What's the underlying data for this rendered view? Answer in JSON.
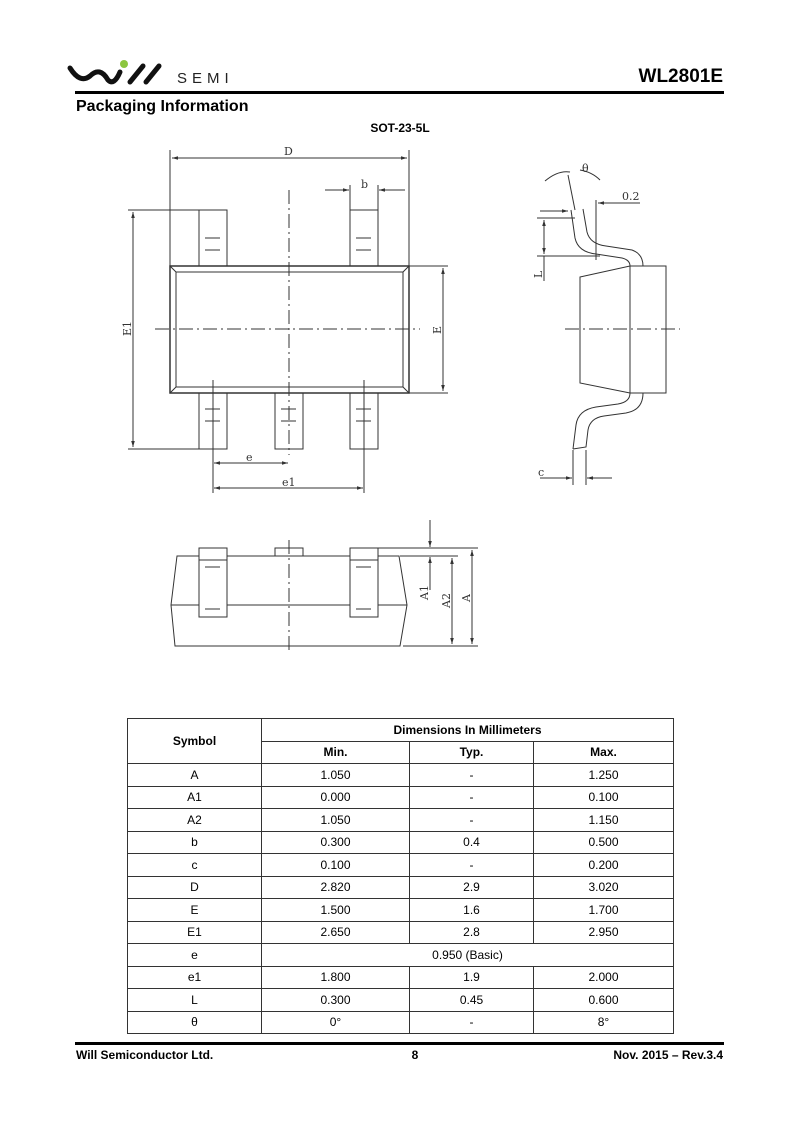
{
  "header": {
    "logo_text": "SEMI",
    "logo_brand": "Will SEMI",
    "part_number": "WL2801E",
    "logo_dot_color": "#8cc63f"
  },
  "section_title": "Packaging Information",
  "package_name": "SOT-23-5L",
  "drawing_labels": {
    "D": "D",
    "b": "b",
    "E1": "E1",
    "E": "E",
    "e": "e",
    "e1": "e1",
    "theta": "θ",
    "gauge": "0.2",
    "L": "L",
    "c": "c",
    "A1": "A1",
    "A2": "A2",
    "A": "A"
  },
  "table": {
    "symbol_header": "Symbol",
    "group_header": "Dimensions In Millimeters",
    "columns": [
      "Min.",
      "Typ.",
      "Max."
    ],
    "rows": [
      {
        "symbol": "A",
        "min": "1.050",
        "typ": "-",
        "max": "1.250"
      },
      {
        "symbol": "A1",
        "min": "0.000",
        "typ": "-",
        "max": "0.100"
      },
      {
        "symbol": "A2",
        "min": "1.050",
        "typ": "-",
        "max": "1.150"
      },
      {
        "symbol": "b",
        "min": "0.300",
        "typ": "0.4",
        "max": "0.500"
      },
      {
        "symbol": "c",
        "min": "0.100",
        "typ": "-",
        "max": "0.200"
      },
      {
        "symbol": "D",
        "min": "2.820",
        "typ": "2.9",
        "max": "3.020"
      },
      {
        "symbol": "E",
        "min": "1.500",
        "typ": "1.6",
        "max": "1.700"
      },
      {
        "symbol": "E1",
        "min": "2.650",
        "typ": "2.8",
        "max": "2.950"
      },
      {
        "symbol": "e",
        "span": "0.950 (Basic)"
      },
      {
        "symbol": "e1",
        "min": "1.800",
        "typ": "1.9",
        "max": "2.000"
      },
      {
        "symbol": "L",
        "min": "0.300",
        "typ": "0.45",
        "max": "0.600"
      },
      {
        "symbol": "θ",
        "min": "0°",
        "typ": "-",
        "max": "8°"
      }
    ]
  },
  "footer": {
    "company": "Will Semiconductor Ltd.",
    "page": "8",
    "date_rev": "Nov. 2015 – Rev.3.4"
  }
}
